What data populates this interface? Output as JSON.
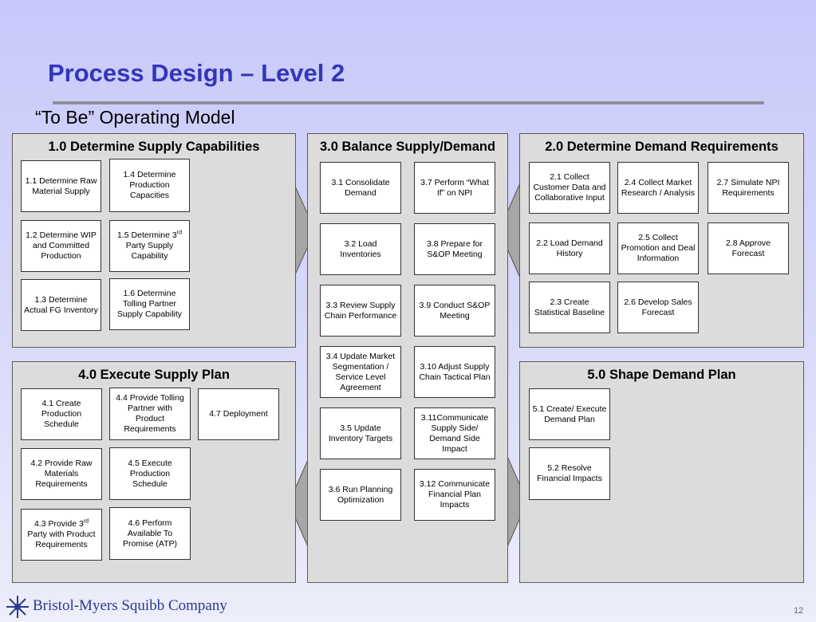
{
  "title": "Process Design – Level 2",
  "subtitle": "“To Be” Operating Model",
  "panels": {
    "p1": {
      "title": "1.0 Determine Supply Capabilities",
      "boxes": {
        "b11": "1.1 Determine Raw Material Supply",
        "b14": "1.4 Determine Production Capacities",
        "b12": "1.2 Determine WIP and Committed Production",
        "b15a": "1.5 Determine 3",
        "b15sup": "rd",
        "b15b": " Party Supply Capability",
        "b13": "1.3 Determine Actual FG Inventory",
        "b16": "1.6 Determine Tolling Partner Supply Capability"
      }
    },
    "p3": {
      "title": "3.0 Balance Supply/Demand",
      "boxes": {
        "b31": "3.1 Consolidate Demand",
        "b37": "3.7 Perform “What If” on NPI",
        "b32": "3.2 Load Inventories",
        "b38": "3.8 Prepare for S&OP Meeting",
        "b33": "3.3 Review Supply Chain Performance",
        "b39": "3.9 Conduct S&OP Meeting",
        "b34": "3.4 Update Market Segmentation / Service Level Agreement",
        "b310": "3.10 Adjust Supply Chain Tactical Plan",
        "b35": "3.5 Update Inventory Targets",
        "b311": "3.11Communicate Supply Side/ Demand Side Impact",
        "b36": "3.6 Run Planning Optimization",
        "b312": "3.12 Communicate Financial Plan Impacts"
      }
    },
    "p2": {
      "title": "2.0 Determine Demand Requirements",
      "boxes": {
        "b21": "2.1 Collect Customer Data and Collaborative Input",
        "b24": "2.4 Collect Market Research / Analysis",
        "b27": "2.7 Simulate NPI Requirements",
        "b22": "2.2 Load Demand History",
        "b25": "2.5 Collect Promotion and Deal Information",
        "b28": "2.8 Approve Forecast",
        "b23": "2.3 Create Statistical Baseline",
        "b26": "2.6 Develop Sales Forecast"
      }
    },
    "p4": {
      "title": "4.0 Execute Supply Plan",
      "boxes": {
        "b41": "4.1 Create Production Schedule",
        "b44": "4.4 Provide Tolling Partner with Product Requirements",
        "b47": "4.7 Deployment",
        "b42": "4.2 Provide Raw Materials Requirements",
        "b45": "4.5 Execute Production Schedule",
        "b43a": "4.3 Provide 3",
        "b43sup": "rd",
        "b43b": " Party with Product Requirements",
        "b46": "4.6 Perform Available To Promise (ATP)"
      }
    },
    "p5": {
      "title": "5.0 Shape Demand Plan",
      "boxes": {
        "b51": "5.1 Create/ Execute Demand Plan",
        "b52": "5.2 Resolve Financial Impacts"
      }
    }
  },
  "footer": {
    "company": "Bristol-Myers Squibb Company",
    "page_number": "12"
  },
  "colors": {
    "title": "#3336b8",
    "panel_fill": "#dcdcdc",
    "arrow_fill": "#a6a6a6",
    "logo": "#2a3a8c"
  },
  "icons": {
    "logo": "bms-logo-icon"
  }
}
